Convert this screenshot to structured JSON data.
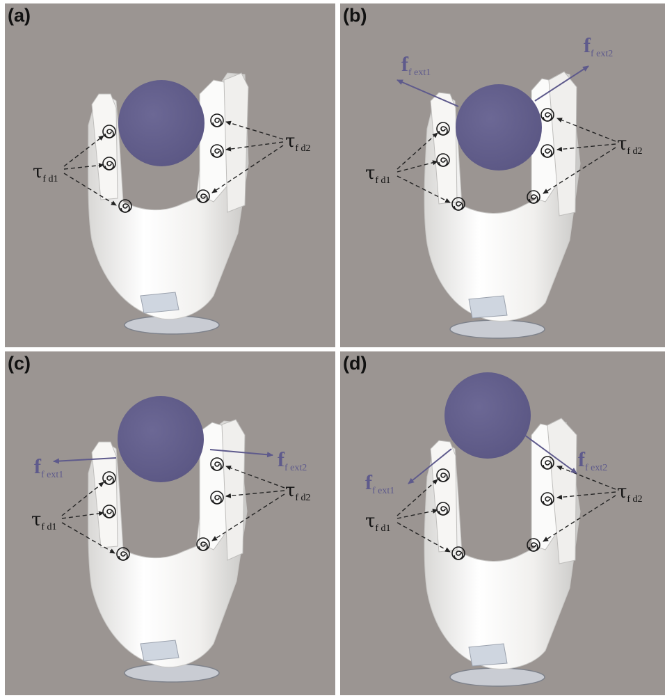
{
  "panels": [
    {
      "id": "a",
      "label": "(a)",
      "torque_left": {
        "sym": "τ",
        "sub": "f d1"
      },
      "torque_right": {
        "sym": "τ",
        "sub": "f d2"
      }
    },
    {
      "id": "b",
      "label": "(b)",
      "torque_left": {
        "sym": "τ",
        "sub": "f d1"
      },
      "torque_right": {
        "sym": "τ",
        "sub": "f d2"
      },
      "force_left": {
        "sym": "f",
        "sub": "f ext1"
      },
      "force_right": {
        "sym": "f",
        "sub": "f ext2"
      }
    },
    {
      "id": "c",
      "label": "(c)",
      "torque_left": {
        "sym": "τ",
        "sub": "f d1"
      },
      "torque_right": {
        "sym": "τ",
        "sub": "f d2"
      },
      "force_left": {
        "sym": "f",
        "sub": "f ext1"
      },
      "force_right": {
        "sym": "f",
        "sub": "f ext2"
      }
    },
    {
      "id": "d",
      "label": "(d)",
      "torque_left": {
        "sym": "τ",
        "sub": "f d1"
      },
      "torque_right": {
        "sym": "τ",
        "sub": "f d2"
      },
      "force_left": {
        "sym": "f",
        "sub": "f ext1"
      },
      "force_right": {
        "sym": "f",
        "sub": "f ext2"
      }
    }
  ],
  "colors": {
    "background": "#9b9592",
    "ball": "#65618c",
    "force_arrow": "#5e5a8c",
    "hand": "#f3f2f0",
    "label_text": "#111111"
  }
}
